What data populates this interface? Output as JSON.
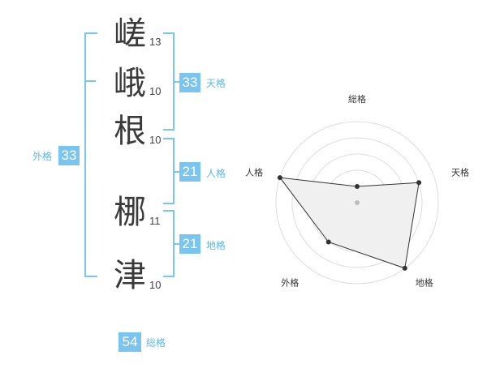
{
  "name_chars": [
    {
      "char": "嵯",
      "strokes": "13"
    },
    {
      "char": "峨",
      "strokes": "10"
    },
    {
      "char": "根",
      "strokes": "10"
    },
    {
      "char": "梛",
      "strokes": "11"
    },
    {
      "char": "津",
      "strokes": "10"
    }
  ],
  "scores": {
    "tenkaku": {
      "label": "天格",
      "value": "33"
    },
    "jinkaku": {
      "label": "人格",
      "value": "21"
    },
    "chikaku": {
      "label": "地格",
      "value": "21"
    },
    "gaikaku": {
      "label": "外格",
      "value": "33"
    },
    "soukaku": {
      "label": "総格",
      "value": "54"
    }
  },
  "chart_data": {
    "type": "radar",
    "axes": [
      "総格",
      "天格",
      "地格",
      "外格",
      "人格"
    ],
    "levels": 5,
    "values": [
      1,
      4,
      5,
      3,
      5
    ],
    "range": [
      0,
      5
    ],
    "fill_color": "#f0f0f0",
    "line_color": "#333333"
  },
  "colors": {
    "accent": "#7ac5ef",
    "accent_text": "#5fb7e8"
  }
}
